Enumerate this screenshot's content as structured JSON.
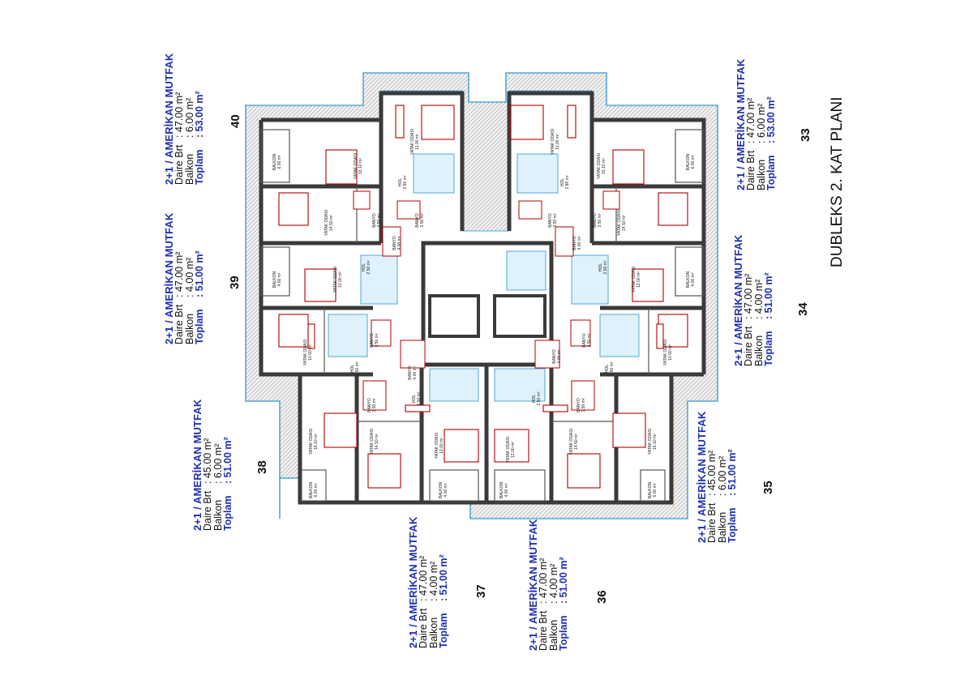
{
  "title": "DUBLEKS 2. KAT PLANI",
  "colors": {
    "wall": "#3a3a3a",
    "roof": "#4fa8d8",
    "furniture": "#b00000",
    "heading": "#1f2fb0",
    "text": "#111111"
  },
  "units": [
    {
      "number": "40",
      "heading": "2+1 / AMERİKAN MUTFAK",
      "daire_label": "Daire Brt",
      "daire_value": ": 47.00 m²",
      "balkon_label": "Balkon",
      "balkon_value": ": 6.00 m²",
      "toplam_label": "Toplam",
      "toplam_value": ": 53.00 m²"
    },
    {
      "number": "39",
      "heading": "2+1 / AMERİKAN MUTFAK",
      "daire_label": "Daire Brt",
      "daire_value": ": 47.00 m²",
      "balkon_label": "Balkon",
      "balkon_value": ": 4.00 m²",
      "toplam_label": "Toplam",
      "toplam_value": ": 51.00 m²"
    },
    {
      "number": "38",
      "heading": "2+1 / AMERİKAN MUTFAK",
      "daire_label": "Daire Brt",
      "daire_value": ": 45.00 m²",
      "balkon_label": "Balkon",
      "balkon_value": ": 6.00 m²",
      "toplam_label": "Toplam",
      "toplam_value": ": 51.00 m²"
    },
    {
      "number": "37",
      "heading": "2+1 / AMERİKAN MUTFAK",
      "daire_label": "Daire Brt",
      "daire_value": ": 47.00 m²",
      "balkon_label": "Balkon",
      "balkon_value": ": 4.00 m²",
      "toplam_label": "Toplam",
      "toplam_value": ": 51.00 m²"
    },
    {
      "number": "36",
      "heading": "2+1 / AMERİKAN MUTFAK",
      "daire_label": "Daire Brt",
      "daire_value": ": 47.00 m²",
      "balkon_label": "Balkon",
      "balkon_value": ": 4.00 m²",
      "toplam_label": "Toplam",
      "toplam_value": ": 51.00 m²"
    },
    {
      "number": "35",
      "heading": "2+1 / AMERİKAN MUTFAK",
      "daire_label": "Daire Brt",
      "daire_value": ": 45.00 m²",
      "balkon_label": "Balkon",
      "balkon_value": ": 6.00 m²",
      "toplam_label": "Toplam",
      "toplam_value": ": 51.00 m²"
    },
    {
      "number": "34",
      "heading": "2+1 / AMERİKAN MUTFAK",
      "daire_label": "Daire Brt",
      "daire_value": ": 47.00 m²",
      "balkon_label": "Balkon",
      "balkon_value": ": 4.00 m²",
      "toplam_label": "Toplam",
      "toplam_value": ": 51.00 m²"
    },
    {
      "number": "33",
      "heading": "2+1 / AMERİKAN MUTFAK",
      "daire_label": "Daire Brt",
      "daire_value": ": 47.00 m²",
      "balkon_label": "Balkon",
      "balkon_value": ": 6.00 m²",
      "toplam_label": "Toplam",
      "toplam_value": ": 53.00 m²"
    }
  ],
  "rooms": [
    {
      "name": "YATAK ODASI",
      "area": "11.00 m²"
    },
    {
      "name": "YATAK ODASI",
      "area": "16.10 m²"
    },
    {
      "name": "BALKON",
      "area": "6.00 m²"
    },
    {
      "name": "HOL",
      "area": "2.80 m²"
    },
    {
      "name": "BANYO",
      "area": "3.50 m²"
    },
    {
      "name": "BANYO",
      "area": "3.50 m²"
    },
    {
      "name": "YATAK ODASI",
      "area": "14.50 m²"
    },
    {
      "name": "BANYO",
      "area": "4.00 m²"
    },
    {
      "name": "BALKON",
      "area": "4.00 m²"
    },
    {
      "name": "YATAK ODASI",
      "area": "12.00 m²"
    },
    {
      "name": "HOL",
      "area": "2.50 m²"
    },
    {
      "name": "YATAK ODASI",
      "area": "10.50 m²"
    },
    {
      "name": "BANYO",
      "area": "3.50 m²"
    },
    {
      "name": "HOL",
      "area": "2.50 m²"
    },
    {
      "name": "BANYO",
      "area": "4.00 m²"
    },
    {
      "name": "YATAK ODASI",
      "area": "16.10 m²"
    },
    {
      "name": "BANYO",
      "area": "3.50 m²"
    },
    {
      "name": "YATAK ODASI",
      "area": "14.50 m²"
    },
    {
      "name": "BALKON",
      "area": "6.00 m²"
    },
    {
      "name": "HOL",
      "area": "2.50 m²"
    },
    {
      "name": "YATAK ODASI",
      "area": "12.00 m²"
    },
    {
      "name": "BALKON",
      "area": "4.00 m²"
    },
    {
      "name": "YATAK ODASI",
      "area": "12.00 m²"
    },
    {
      "name": "BALKON",
      "area": "4.00 m²"
    },
    {
      "name": "HOL",
      "area": "2.50 m²"
    },
    {
      "name": "YATAK ODASI",
      "area": "14.50 m²"
    },
    {
      "name": "BANYO",
      "area": "3.50 m²"
    },
    {
      "name": "YATAK ODASI",
      "area": "16.10 m²"
    },
    {
      "name": "BALKON",
      "area": "6.00 m²"
    },
    {
      "name": "BANYO",
      "area": "4.00 m²"
    },
    {
      "name": "BANYO",
      "area": "3.50 m²"
    },
    {
      "name": "HOL",
      "area": "2.50 m²"
    },
    {
      "name": "YATAK ODASI",
      "area": "10.50 m²"
    },
    {
      "name": "BALKON",
      "area": "4.00 m²"
    },
    {
      "name": "YATAK ODASI",
      "area": "12.00 m²"
    },
    {
      "name": "HOL",
      "area": "2.50 m²"
    },
    {
      "name": "BANYO",
      "area": "4.00 m²"
    },
    {
      "name": "YATAK ODASI",
      "area": "14.50 m²"
    },
    {
      "name": "BANYO",
      "area": "3.50 m²"
    },
    {
      "name": "BANYO",
      "area": "3.50 m²"
    },
    {
      "name": "HOL",
      "area": "2.80 m²"
    },
    {
      "name": "YATAK ODASI",
      "area": "16.10 m²"
    },
    {
      "name": "BALKON",
      "area": "6.00 m²"
    },
    {
      "name": "YATAK ODASI",
      "area": "11.00 m²"
    }
  ]
}
